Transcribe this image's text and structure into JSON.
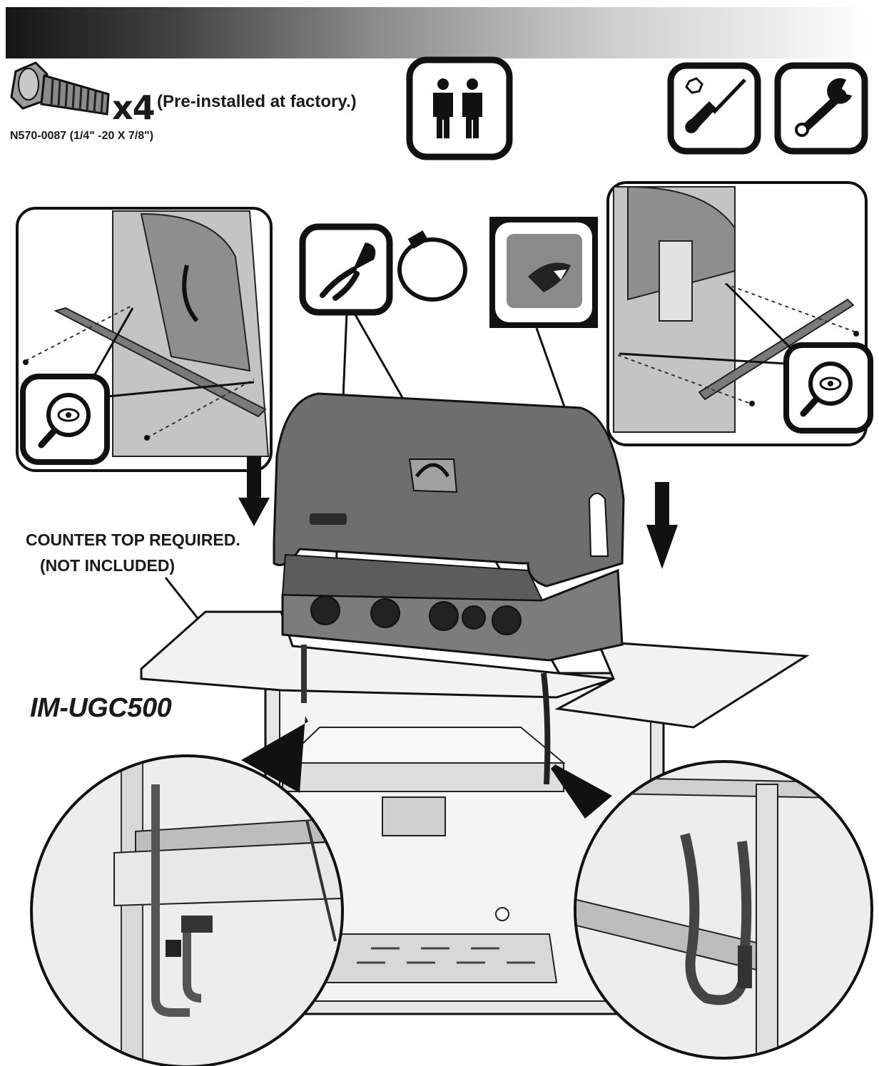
{
  "hardware": {
    "quantity": "x4",
    "note": "(Pre-installed at factory.)",
    "part_number": "N570-0087 (1/4\" -20 X 7/8\")"
  },
  "labels": {
    "counter_top": "COUNTER TOP REQUIRED.",
    "not_included": "(NOT INCLUDED)",
    "model": "IM-UGC500"
  },
  "icons": {
    "people": "two-person-icon",
    "screwdriver": "screwdriver-icon",
    "wrench": "wrench-icon",
    "pliers": "pliers-icon",
    "cable_tie": "cable-tie-icon",
    "peel": "peel-film-icon",
    "inspect": "magnifier-eye-icon"
  },
  "colors": {
    "ink": "#1a1a1a",
    "grill_body": "#6e6e6e",
    "cabinet": "#e6e6e6",
    "counter": "#f2f2f2"
  }
}
